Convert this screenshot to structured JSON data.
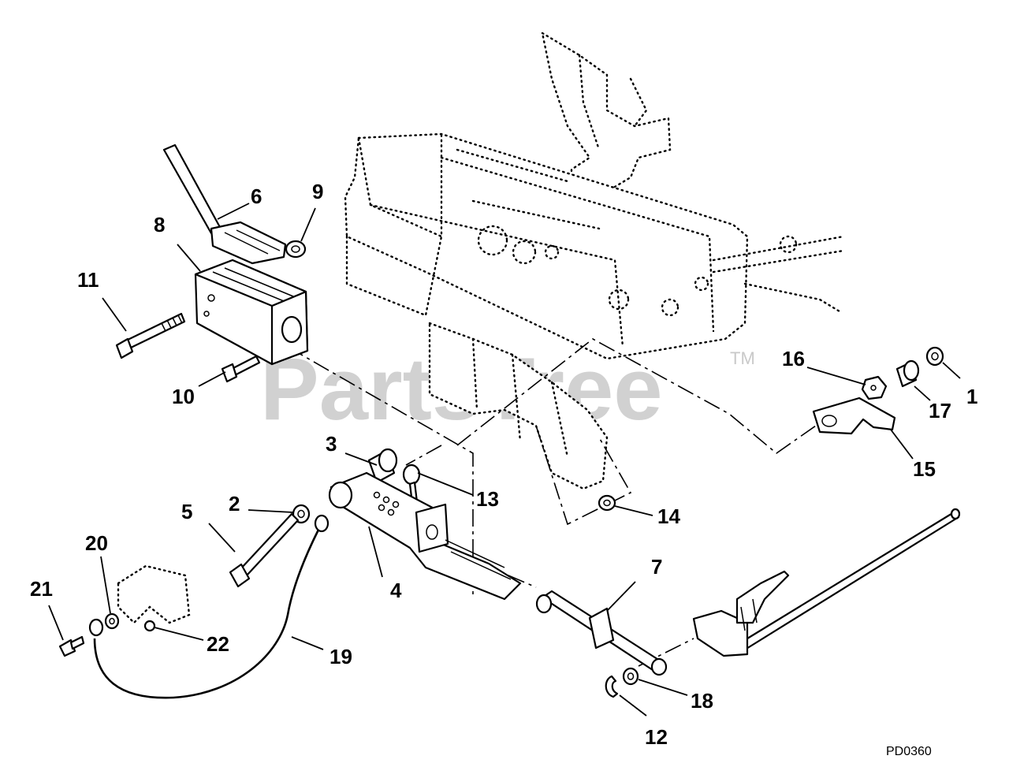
{
  "watermark": {
    "text": "PartsTree",
    "trademark": "TM"
  },
  "drawing_code": "PD0360",
  "callouts": {
    "c1": "1",
    "c2": "2",
    "c3": "3",
    "c4": "4",
    "c5": "5",
    "c6": "6",
    "c7": "7",
    "c8": "8",
    "c9": "9",
    "c10": "10",
    "c11": "11",
    "c12": "12",
    "c13": "13",
    "c14": "14",
    "c15": "15",
    "c16": "16",
    "c17": "17",
    "c18": "18",
    "c19": "19",
    "c20": "20",
    "c21": "21",
    "c22": "22"
  }
}
